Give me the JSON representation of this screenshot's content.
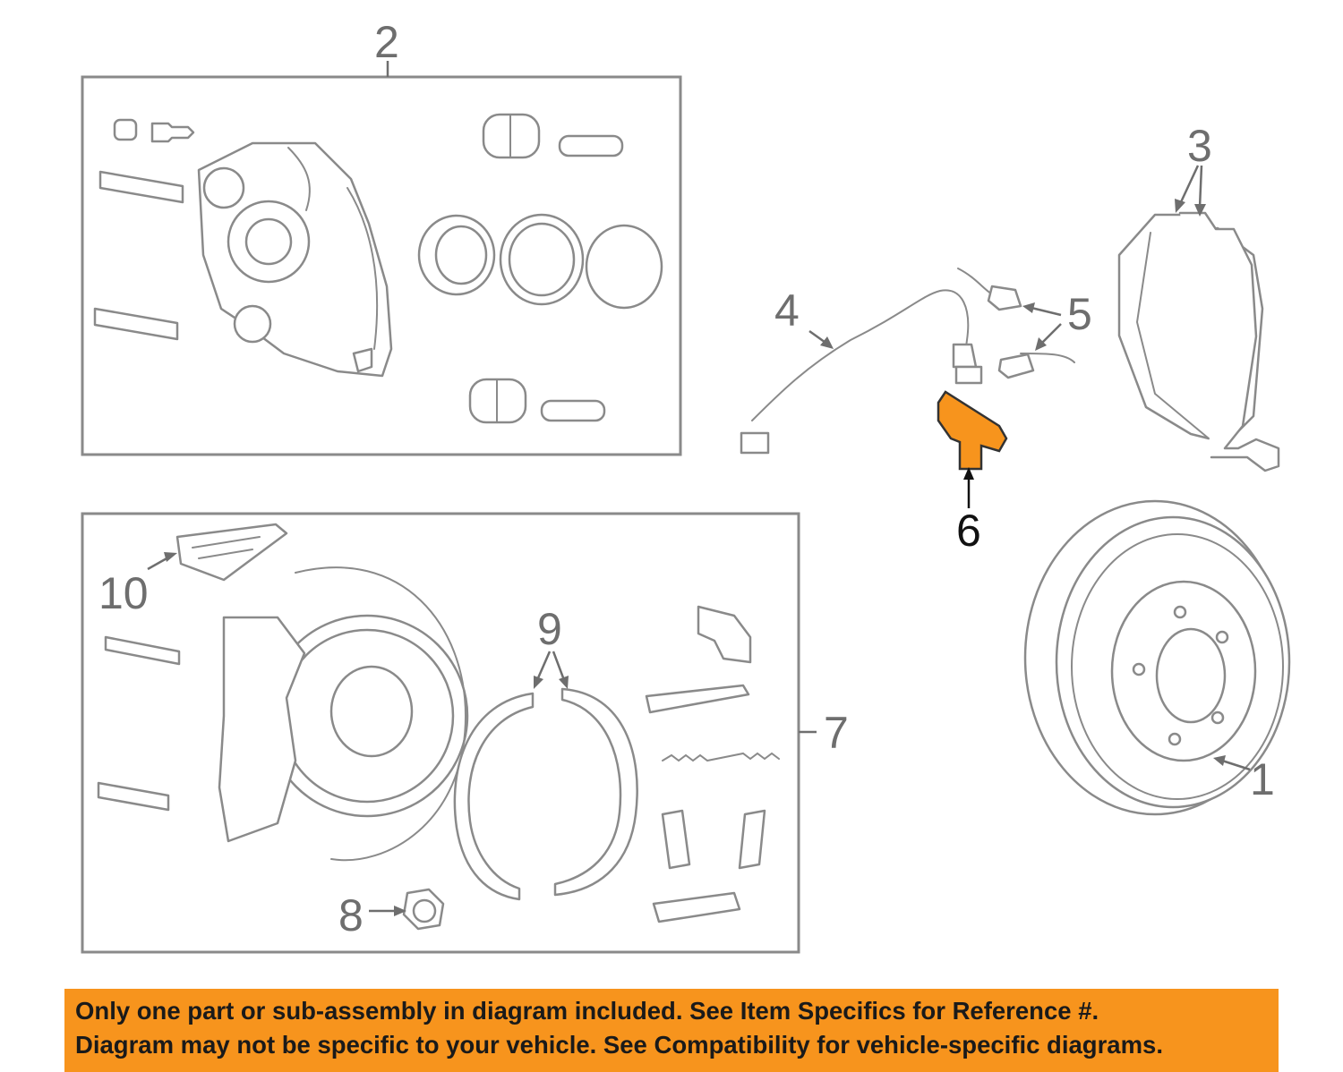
{
  "callouts": {
    "c1": "1",
    "c2": "2",
    "c3": "3",
    "c4": "4",
    "c5": "5",
    "c6": "6",
    "c7": "7",
    "c8": "8",
    "c9": "9",
    "c10": "10"
  },
  "highlight_color": "#f7941d",
  "disclaimer": {
    "line1": "Only one part or sub-assembly in diagram included. See Item Specifics for Reference #.",
    "line2": "Diagram may not be specific to your vehicle. See Compatibility for vehicle-specific diagrams."
  }
}
